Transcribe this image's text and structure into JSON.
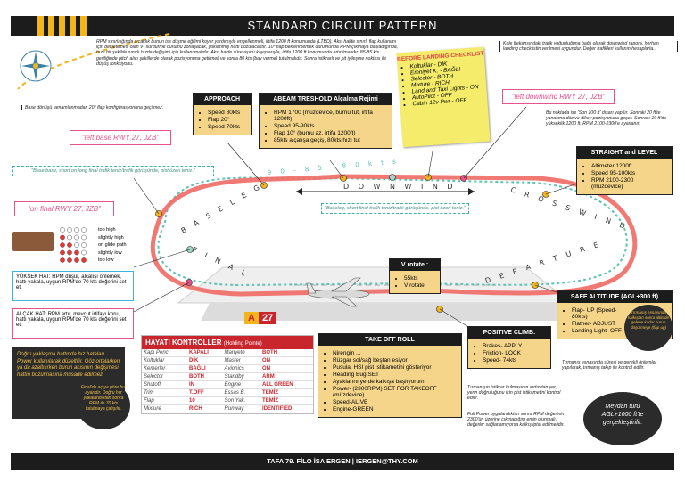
{
  "header": {
    "title": "STANDARD CIRCUIT PATTERN"
  },
  "footer": {
    "credit": "TAFA 79. FİLO İSA ERGEN | IERGEN@THY.COM"
  },
  "intro_text": "RPM sınırlılığında sıcaklık bunun ise düşme eğilimi koyer yardımıyla engellenmeli, irtifa 1200 ft konumunda (LTBD). Aksi halde sınırlı flap kullanımı için bekletilmesi olan V² sürdürme durumu zorlaşacak, yoklanmış hattı bozulacaktır. 10° flap beklenmemek durumunda RPM çıkmaya başladığında, hızlı bir şekilde sınırlı hızda değişimi için kullanılmalıdır. Aksi halde süre aşımı kayıplarıyla, irtifa 1200 ft konumunda artırılmalıdır. 85-85 kts geriliğinde pitch alıcı şekillerde olarak pozisyonuna getirmeli ve sonra 80 kts (bay verme) tutulmalıdır. Sonra istikrarlı ve pit iyileşme noktası ile düşüş fonksiyonu.",
  "intro_note": "Base dönüşü tamamlanmadan 20° flap konfigürasyonuna geçilmez.",
  "right_note": "Kule frekansındaki trafik yoğunluğuna bağlı olarak downwind rapora, herhan landing checklistin verilmesi uygundur. Değer trafikleri kullanın hesaplarla...",
  "right_note2": "Bu noktada ise 'Son 100 ft' dışarı yapılır. Sonraki 20 ft'te yanaşma düz ve dikey pozisyonuna geçer. Sonrası 10 ft'de yükseklik 1200 ft. RPM 2100-2300'e ayarlanır.",
  "approach": {
    "title": "APPROACH",
    "items": [
      "Speed 80kts",
      "Flap 20°",
      "Speed 70kts"
    ]
  },
  "abeam": {
    "title": "ABEAM TRESHOLD Alçalma Rejimi",
    "items": [
      "RPM 1700 (müzdevice, burnu tut, irtifa 1200ft)",
      "Speed 95-90kts",
      "Flap 10° (burnu az, irtifa 1200ft)",
      "85kts alçalışa geçiş, 80kts hızı tut"
    ]
  },
  "before_landing": {
    "title": "BEFORE LANDING CHECKLIST",
    "items": [
      "Koltuklar - DİK",
      "Emniyet K. - BAĞLI",
      "Selector - BOTH",
      "Mixture - RICH",
      "Land and Taxi Lights - ON",
      "AutoPilot - OFF",
      "Cabin 12v Pwr - OFF"
    ]
  },
  "callouts": {
    "left_downwind": "\"left downwind RWY 27, JZB\"",
    "left_base": "\"left base RWY 27, JZB\"",
    "on_final": "\"on final RWY 27, JZB\"",
    "base_teal": "\"Base base, short on long final trafik teniz/trafik görüşünde, pist üzeri teniz.\"",
    "downwind_teal": "\"Baselog, short final trafik teniz/trafik görüşünde, pist üzeri teniz.\""
  },
  "straight_level": {
    "title": "STRAIGHT and LEVEL",
    "items": [
      "Altimeter 1200ft",
      "Speed 95-100kts",
      "RPM 2100-2300 (müzdevice)"
    ]
  },
  "vrotate": {
    "title": "V rotate :",
    "items": [
      "55kts",
      "V rotate"
    ]
  },
  "safe_altitude": {
    "title": "SAFE ALTITUDE (AGL+300 ft)",
    "items": [
      "Flap- UP (Speed-80kts)",
      "Flatner- ADJUST",
      "Landing Light- OFF"
    ]
  },
  "safe_note": "Tırmanış esnasında kalkıştan sonra altitude gelene kadar burun düşürmeye (flap up)",
  "safe_note2": "Tırmanış esnasında süresi ve gerekli önlemler yapılarak, tırmanış takıp ile kontrol edilir.",
  "takeoff_roll": {
    "title": "TAKE OFF ROLL",
    "items": [
      "Nirengin ...",
      "Rüzgar sol/sağ beştan esiyor",
      "Pusula, HSI pist istikametini gösteriyor",
      "Heading Bug SET",
      "Ayaklarını yerde kalkışa başlıyorum;",
      "Power- (2300RPM) SET FOR TAKEOFF (müzdevice)",
      "Speed-ALIVE",
      "Engine-GREEN"
    ]
  },
  "positive_climb": {
    "title": "POSITIVE CLIMB:",
    "items": [
      "Brakes- APPLY",
      "Friction- LOCK",
      "Speed- 74kts"
    ]
  },
  "climb_note": "Tırmanışın istikrar bulmasının ardından yer, yerin doğruluğunu için pist istikametini kontrol edilir.",
  "fullpower_note": "Full Power uygulandıktan sonra RPM değerinin 2300'ün üzerine çıkmadığını emin olunmalı, değerler sağlanamıyorsa kalkış iptal edilmelidir.",
  "glide": {
    "labels": [
      "too high",
      "slightly high",
      "on glide path",
      "slightly low",
      "too low"
    ]
  },
  "high_line": "YÜKSEK HAT: RPM düşür, alçalışı önlemek, hattı yakala, uygun RPM'de 70 kts değerini set et.",
  "low_line": "ALÇAK HAT: RPM artır, mevcut irtifayı koru, hattı yakala, uygun RPM'de 70 kts değerini set et.",
  "dark_note": "Doğru yaklaşma hattında hız hataları Power kullanılarak düzeltilir. Göz ortalarken ya da azaltılırken burun açısının değişmesi hattın bozulmasına müsade edilmez.",
  "final_note": "Final'de açıya göre hız ayarıdır. Doğru hız yakalandıktan sonra RPM ile 70 kts tutulmaya çalışılır.",
  "runway": {
    "letter": "A",
    "number": "27"
  },
  "hayati": {
    "title": "HAYATİ KONTROLLER",
    "subtitle": "(Holding Pointe)",
    "rows": [
      [
        "Kapı Penc.",
        "KAPALI",
        "Manyeto",
        "BOTH"
      ],
      [
        "Koltuklar",
        "DİK",
        "Master",
        "ON"
      ],
      [
        "Kemerler",
        "BAĞLI",
        "Avionics",
        "ON"
      ],
      [
        "Selector",
        "BOTH",
        "Standby",
        "ARM"
      ],
      [
        "Shutoff",
        "IN",
        "Engine",
        "ALL GREEN"
      ],
      [
        "Trim",
        "T.OFF",
        "Essas B.",
        "TEMİZ"
      ],
      [
        "Flap",
        "10",
        "Son Yak.",
        "TEMİZ"
      ],
      [
        "Mixture",
        "RICH",
        "Runway",
        "IDENTIFIED"
      ]
    ]
  },
  "path_labels": {
    "downwind": "D O W N W I N D",
    "crosswind": "C R O S S W I N D",
    "baseleg": "B A S E L E G",
    "final": "F I N A L",
    "departure": "D E P A R T U R E",
    "speed": "9 0 - 8 5 - 8 0  k t s"
  },
  "meydan": "Meydan turu AGL+1000 ft'te gerçekleştirilir."
}
